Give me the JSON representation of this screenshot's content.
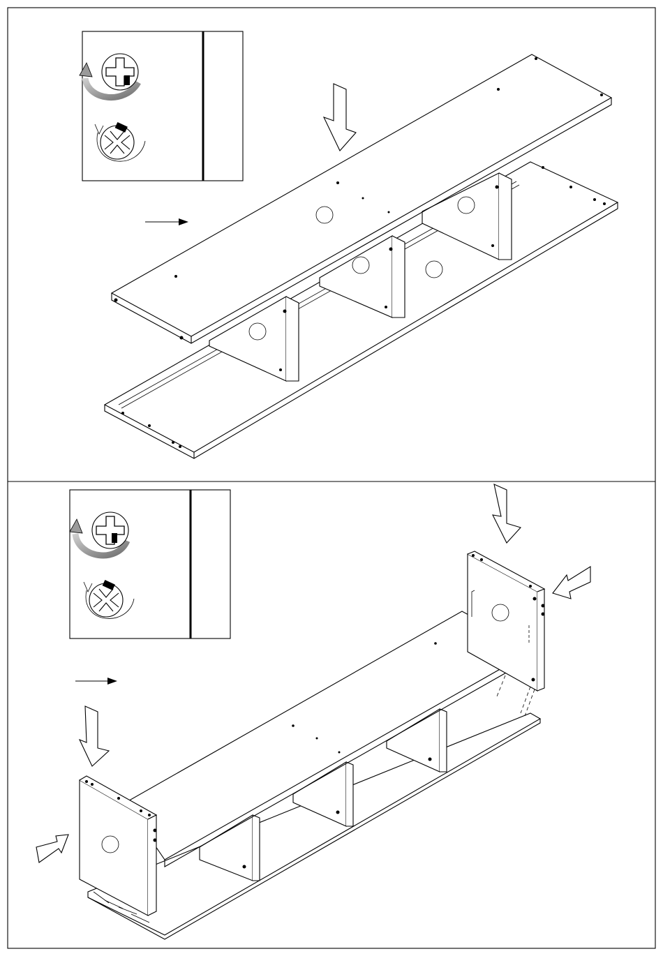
{
  "figure": {
    "steps": [
      {
        "name": "step-attach-top-panel"
      },
      {
        "name": "step-attach-side-panels"
      }
    ],
    "screw_legend": [
      {
        "action": "tighten",
        "icon": "screw-tighten-icon"
      },
      {
        "action": "lock",
        "icon": "screw-lock-icon"
      }
    ],
    "colors": {
      "line": "#000000",
      "background": "#ffffff",
      "arrow_shade": "#888888"
    }
  }
}
